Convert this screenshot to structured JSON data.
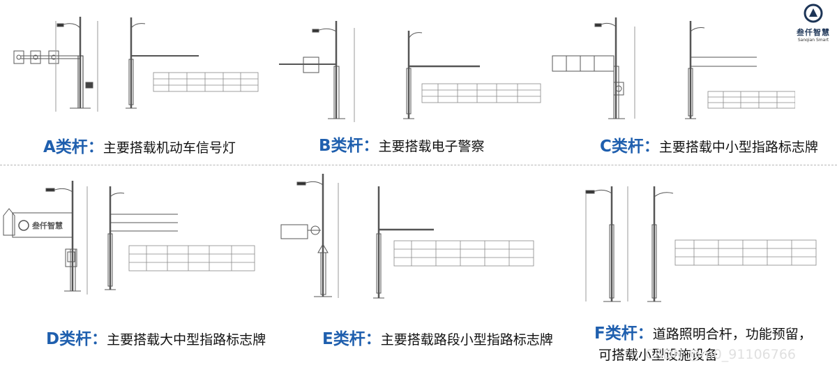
{
  "brand": {
    "name_cn": "叁仟智慧",
    "name_en": "Sanqian Smart",
    "accent_color": "#1f5fae",
    "logo_color": "#1d3557",
    "icon": "sanqian-logo-icon"
  },
  "panels": [
    {
      "id": "a",
      "code": "A类杆",
      "colon": "：",
      "description": "主要搭载机动车信号灯"
    },
    {
      "id": "b",
      "code": "B类杆",
      "colon": "：",
      "description": "主要搭载电子警察"
    },
    {
      "id": "c",
      "code": "C类杆",
      "colon": "：",
      "description": "主要搭载中小型指路标志牌"
    },
    {
      "id": "d",
      "code": "D类杆",
      "colon": "：",
      "description": "主要搭载大中型指路标志牌"
    },
    {
      "id": "e",
      "code": "E类杆",
      "colon": "：",
      "description": "主要搭载路段小型指路标志牌"
    },
    {
      "id": "f",
      "code": "F类杆",
      "colon": "：",
      "description": "道路照明合杆，功能预留，",
      "description_line2": "可搭载小型设施设备"
    }
  ],
  "watermark": "CSDN @m0_91106766"
}
